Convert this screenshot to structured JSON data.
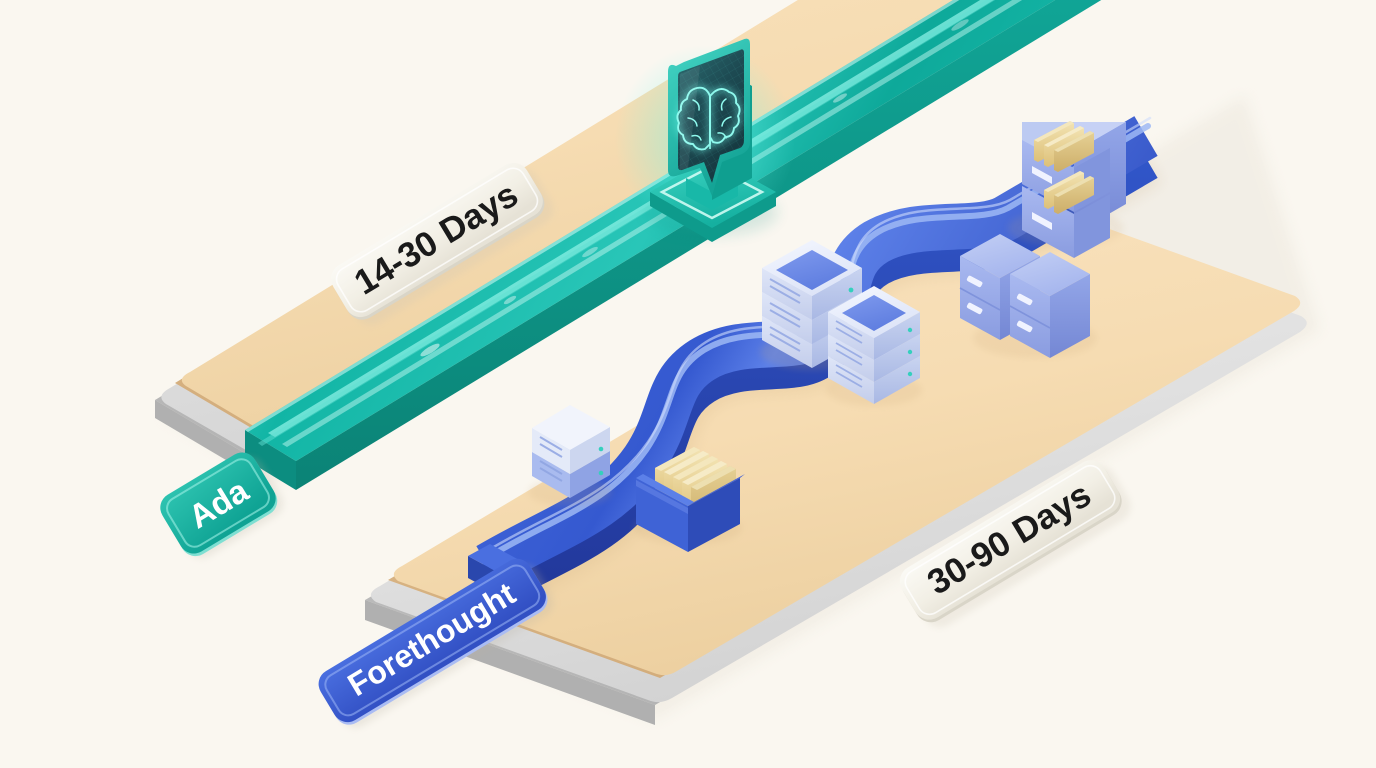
{
  "scene": {
    "title": "Isometric Migration Timeline Illustration",
    "background_color": "#faf7f0"
  },
  "labels": {
    "duration_top": "14-30 Days",
    "duration_bottom": "30-90 Days",
    "brand_teal": "Ada",
    "brand_blue": "Forethought"
  },
  "colors": {
    "background": "#faf7f0",
    "teal_track": "#12b5a5",
    "teal_track_dark": "#0d9488",
    "teal_track_light": "#5fd9cd",
    "blue_track": "#3b5fd4",
    "blue_track_dark": "#2a47ad",
    "blue_track_light": "#7e9bf0",
    "platform_top": "#f6dcb2",
    "platform_side": "#e0bf8e",
    "base_top": "#e2e2e2",
    "base_side": "#c4c4c4",
    "plaque_cream": "#f4f1e8",
    "server_light": "#ecf0fb",
    "server_blue": "#a8b8ef",
    "cabinet_blue": "#9fb2ef",
    "cabinet_blue_dark": "#7f95de",
    "folder_tan": "#e8cf8c",
    "folder_cream": "#f2e6c4",
    "screen_dark": "#1d4a52",
    "brain_glow": "#48e8dc",
    "led_teal": "#35d0bd",
    "label_text_dark": "#1a1a1a",
    "label_text_light": "#ffffff"
  },
  "elements": {
    "teal_lane": {
      "name": "Ada migration lane",
      "platform": "tan isometric slab on gray base",
      "track": "straight glossy teal ribbon",
      "marker": "brain AI speech bubble panel"
    },
    "blue_lane": {
      "name": "Forethought migration lane",
      "platform": "tan isometric slab on gray base",
      "track": "winding serpentine blue ribbon",
      "props": [
        "server stack",
        "server stack",
        "file box with folders",
        "filing cabinet",
        "filing cabinet pair"
      ]
    }
  },
  "icons": {
    "brain": "brain-icon",
    "server": "server-stack-icon",
    "file_box": "file-box-icon",
    "cabinet": "filing-cabinet-icon"
  }
}
